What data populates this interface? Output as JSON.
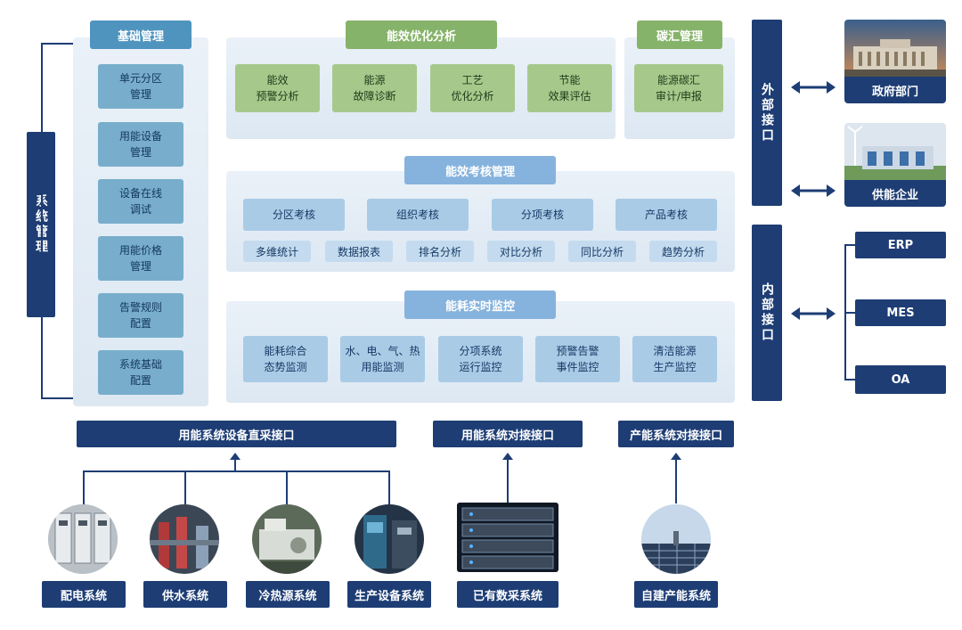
{
  "system_management": {
    "label": "系统管理"
  },
  "basic_management": {
    "title": "基础管理",
    "items": [
      "单元分区\n管理",
      "用能设备\n管理",
      "设备在线\n调试",
      "用能价格\n管理",
      "告警规则\n配置",
      "系统基础\n配置"
    ]
  },
  "efficiency_optimization": {
    "title": "能效优化分析",
    "items": [
      "能效\n预警分析",
      "能源\n故障诊断",
      "工艺\n优化分析",
      "节能\n效果评估"
    ]
  },
  "carbon_management": {
    "title": "碳汇管理",
    "items": [
      "能源碳汇\n审计/申报"
    ]
  },
  "efficiency_assessment": {
    "title": "能效考核管理",
    "primary": [
      "分区考核",
      "组织考核",
      "分项考核",
      "产品考核"
    ],
    "secondary": [
      "多维统计",
      "数据报表",
      "排名分析",
      "对比分析",
      "同比分析",
      "趋势分析"
    ]
  },
  "realtime_monitoring": {
    "title": "能耗实时监控",
    "items": [
      "能耗综合\n态势监测",
      "水、电、气、热\n用能监测",
      "分项系统\n运行监控",
      "预警告警\n事件监控",
      "清洁能源\n生产监控"
    ]
  },
  "external_interface": {
    "label": "外部接口",
    "targets": [
      "政府部门",
      "供能企业"
    ]
  },
  "internal_interface": {
    "label": "内部接口",
    "targets": [
      "ERP",
      "MES",
      "OA"
    ]
  },
  "bottom_interfaces": {
    "direct_collection": "用能系统设备直采接口",
    "system_docking": "用能系统对接接口",
    "production_docking": "产能系统对接接口"
  },
  "source_systems": [
    "配电系统",
    "供水系统",
    "冷热源系统",
    "生产设备系统",
    "已有数采系统",
    "自建产能系统"
  ],
  "colors": {
    "navy": "#1d3d74",
    "steel_blue": "#78aecb",
    "green": "#a6c98b",
    "pale_blue": "#a9cbe6"
  }
}
